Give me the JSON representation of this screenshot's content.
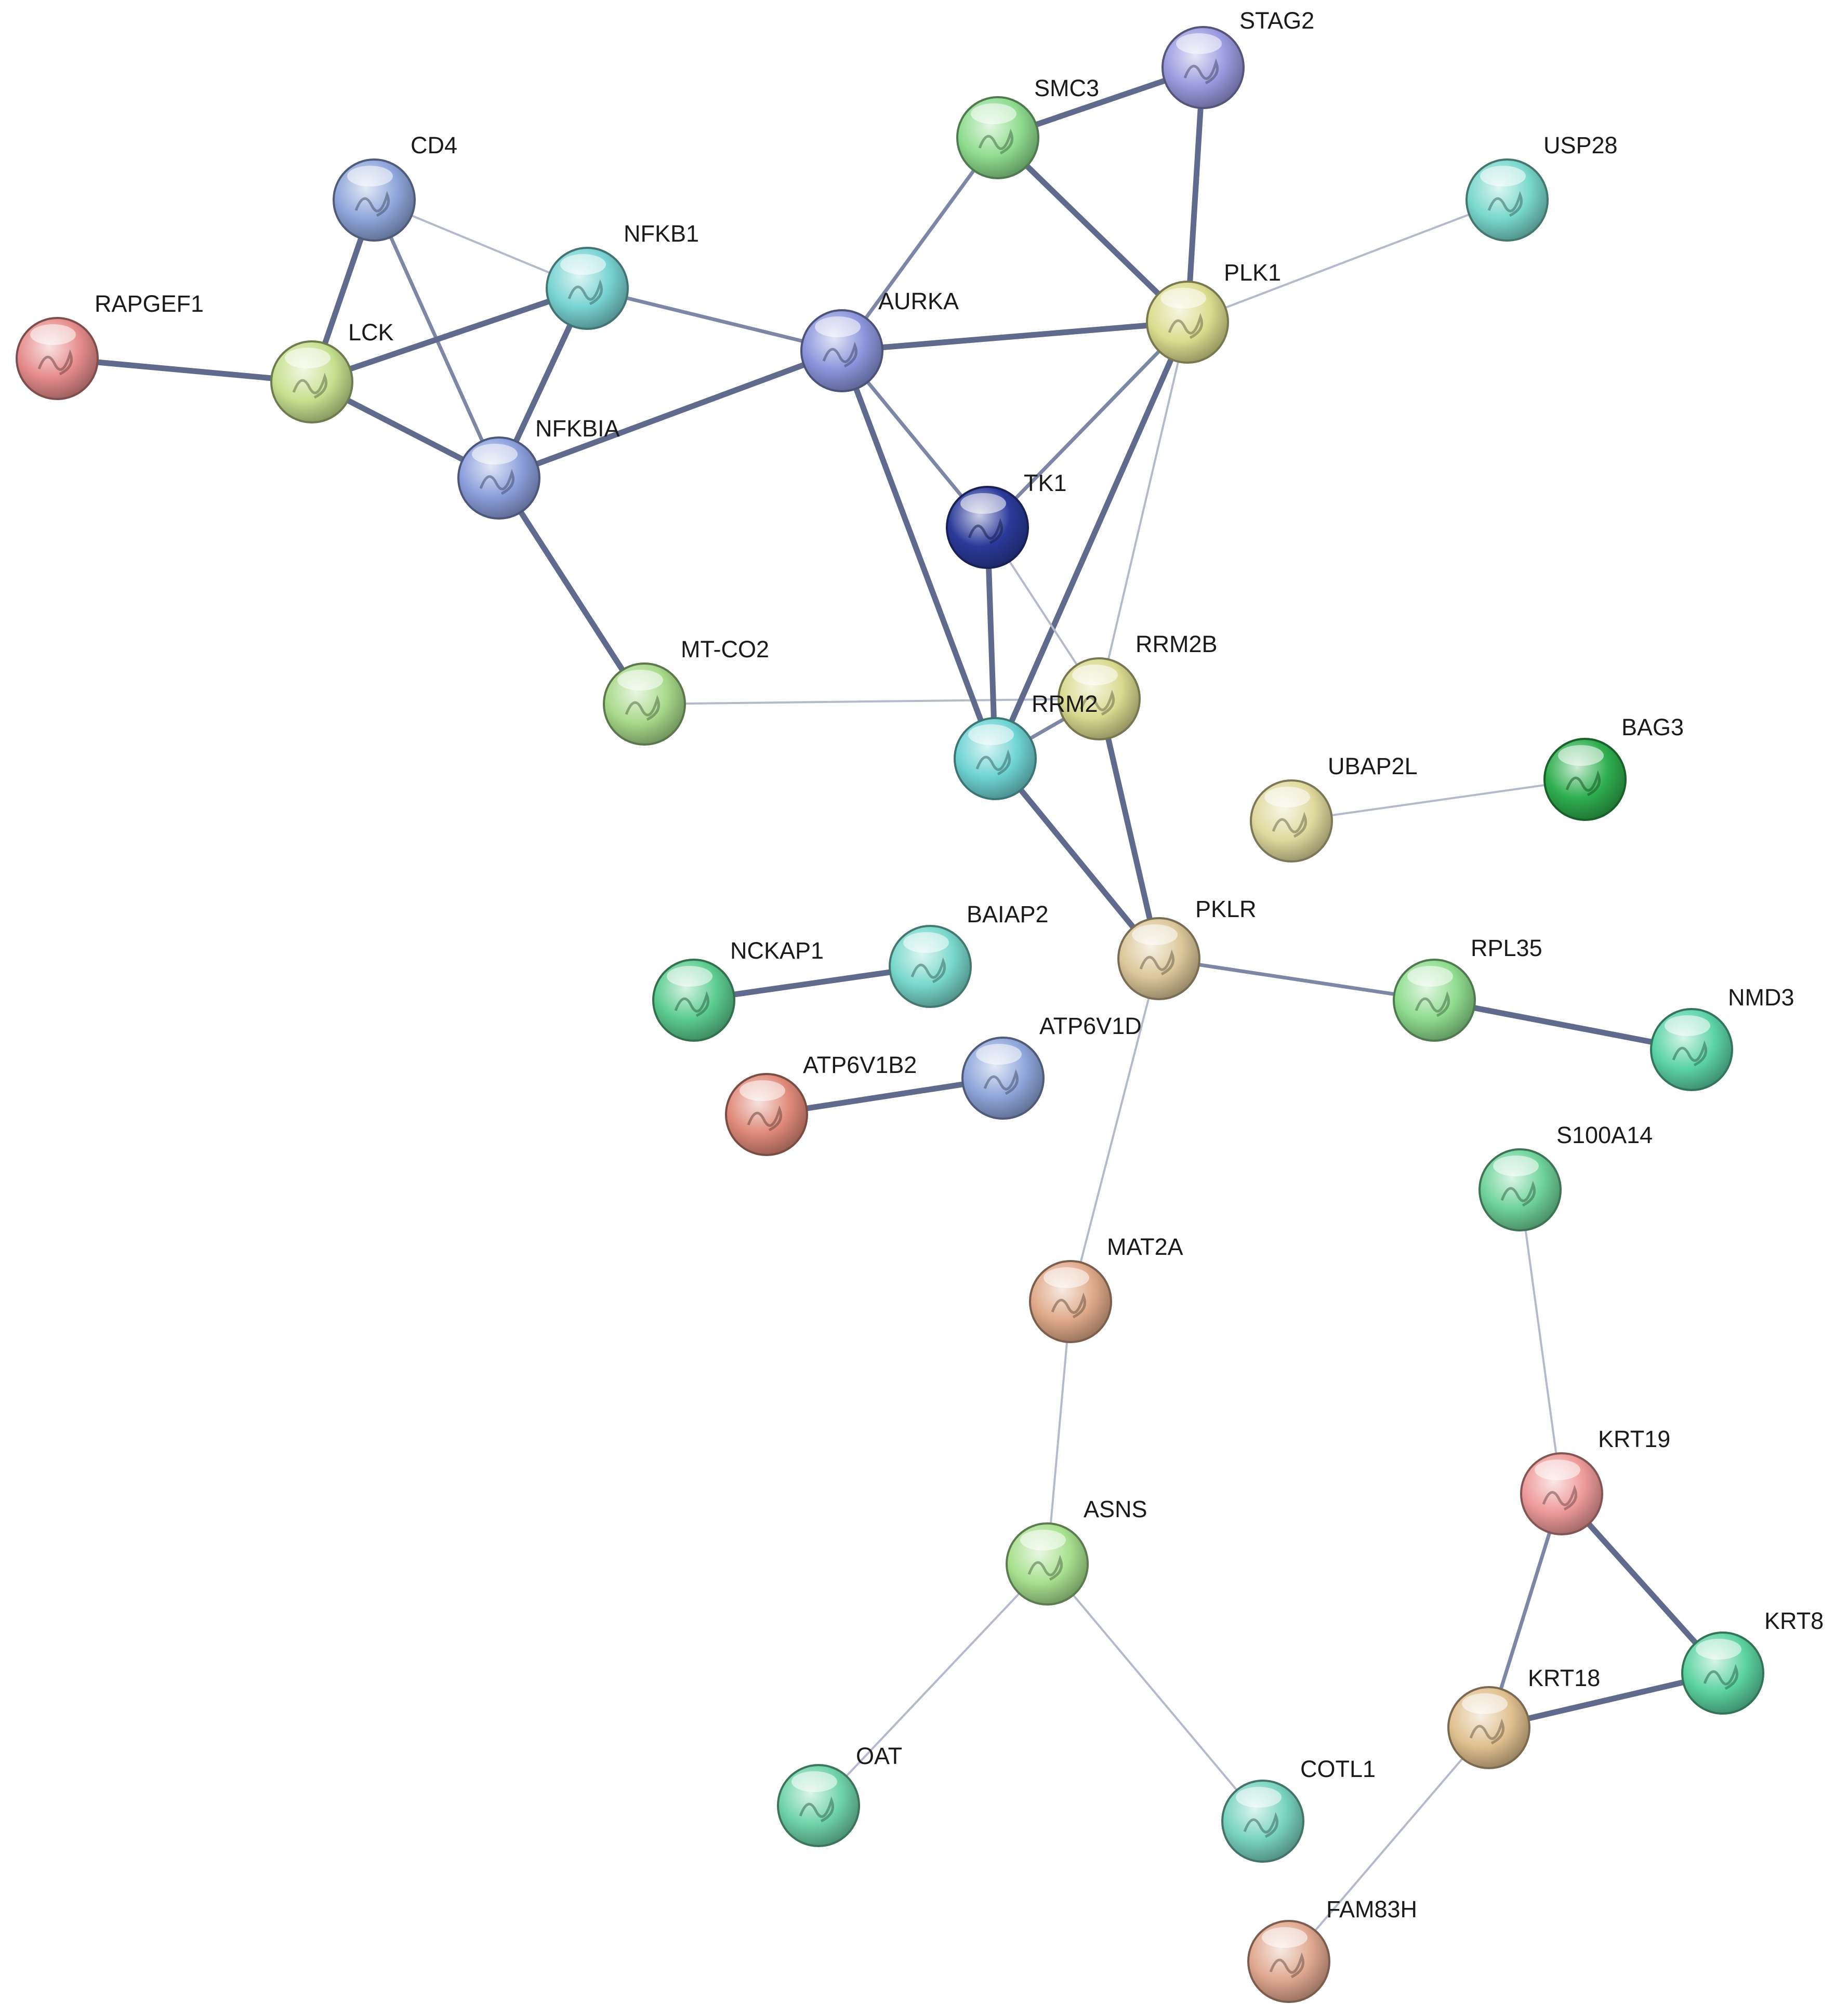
{
  "network": {
    "colors": {
      "edge_strong": "#5f6a8c",
      "edge_medium": "#7d87a5",
      "edge_weak": "#b4bacb"
    },
    "nodes": [
      {
        "id": "RAPGEF1",
        "label": "RAPGEF1",
        "color": "#e68c8c"
      },
      {
        "id": "CD4",
        "label": "CD4",
        "color": "#8fa6db"
      },
      {
        "id": "LCK",
        "label": "LCK",
        "color": "#c6e08f"
      },
      {
        "id": "NFKB1",
        "label": "NFKB1",
        "color": "#79d3d3"
      },
      {
        "id": "NFKBIA",
        "label": "NFKBIA",
        "color": "#8c9fdc"
      },
      {
        "id": "MT-CO2",
        "label": "MT-CO2",
        "color": "#a8d98a"
      },
      {
        "id": "AURKA",
        "label": "AURKA",
        "color": "#8c95dc"
      },
      {
        "id": "SMC3",
        "label": "SMC3",
        "color": "#8fdc8f"
      },
      {
        "id": "STAG2",
        "label": "STAG2",
        "color": "#9a9ae0"
      },
      {
        "id": "USP28",
        "label": "USP28",
        "color": "#79d8cc"
      },
      {
        "id": "PLK1",
        "label": "PLK1",
        "color": "#dcdc8f"
      },
      {
        "id": "TK1",
        "label": "TK1",
        "color": "#2b3a9a"
      },
      {
        "id": "RRM2B",
        "label": "RRM2B",
        "color": "#d9d990"
      },
      {
        "id": "RRM2",
        "label": "RRM2",
        "color": "#6fd3d3"
      },
      {
        "id": "UBAP2L",
        "label": "UBAP2L",
        "color": "#e0d99e"
      },
      {
        "id": "BAG3",
        "label": "BAG3",
        "color": "#2fae4f"
      },
      {
        "id": "PKLR",
        "label": "PKLR",
        "color": "#dcc79a"
      },
      {
        "id": "NCKAP1",
        "label": "NCKAP1",
        "color": "#5ccc90"
      },
      {
        "id": "BAIAP2",
        "label": "BAIAP2",
        "color": "#79d8cc"
      },
      {
        "id": "ATP6V1D",
        "label": "ATP6V1D",
        "color": "#8fa6db"
      },
      {
        "id": "ATP6V1B2",
        "label": "ATP6V1B2",
        "color": "#e08a7a"
      },
      {
        "id": "RPL35",
        "label": "RPL35",
        "color": "#8fdc8f"
      },
      {
        "id": "NMD3",
        "label": "NMD3",
        "color": "#5cd3a8"
      },
      {
        "id": "S100A14",
        "label": "S100A14",
        "color": "#6fd39a"
      },
      {
        "id": "MAT2A",
        "label": "MAT2A",
        "color": "#e0aa8a"
      },
      {
        "id": "ASNS",
        "label": "ASNS",
        "color": "#a8e08f"
      },
      {
        "id": "KRT19",
        "label": "KRT19",
        "color": "#ee9a9a"
      },
      {
        "id": "KRT8",
        "label": "KRT8",
        "color": "#5cd3a0"
      },
      {
        "id": "KRT18",
        "label": "KRT18",
        "color": "#e0c090"
      },
      {
        "id": "OAT",
        "label": "OAT",
        "color": "#6fd3a8"
      },
      {
        "id": "COTL1",
        "label": "COTL1",
        "color": "#79d3c0"
      },
      {
        "id": "FAM83H",
        "label": "FAM83H",
        "color": "#e0a890"
      }
    ],
    "edges": [
      {
        "source": "RAPGEF1",
        "target": "LCK",
        "strength": "strong"
      },
      {
        "source": "CD4",
        "target": "LCK",
        "strength": "strong"
      },
      {
        "source": "CD4",
        "target": "NFKB1",
        "strength": "weak"
      },
      {
        "source": "CD4",
        "target": "NFKBIA",
        "strength": "medium"
      },
      {
        "source": "LCK",
        "target": "NFKB1",
        "strength": "strong"
      },
      {
        "source": "LCK",
        "target": "NFKBIA",
        "strength": "strong"
      },
      {
        "source": "NFKB1",
        "target": "NFKBIA",
        "strength": "strong"
      },
      {
        "source": "NFKB1",
        "target": "AURKA",
        "strength": "medium"
      },
      {
        "source": "NFKBIA",
        "target": "AURKA",
        "strength": "strong"
      },
      {
        "source": "NFKBIA",
        "target": "MT-CO2",
        "strength": "strong"
      },
      {
        "source": "MT-CO2",
        "target": "RRM2B",
        "strength": "weak"
      },
      {
        "source": "AURKA",
        "target": "SMC3",
        "strength": "medium"
      },
      {
        "source": "AURKA",
        "target": "PLK1",
        "strength": "strong"
      },
      {
        "source": "AURKA",
        "target": "TK1",
        "strength": "medium"
      },
      {
        "source": "AURKA",
        "target": "RRM2",
        "strength": "strong"
      },
      {
        "source": "SMC3",
        "target": "STAG2",
        "strength": "strong"
      },
      {
        "source": "SMC3",
        "target": "PLK1",
        "strength": "strong"
      },
      {
        "source": "STAG2",
        "target": "PLK1",
        "strength": "strong"
      },
      {
        "source": "USP28",
        "target": "PLK1",
        "strength": "weak"
      },
      {
        "source": "PLK1",
        "target": "TK1",
        "strength": "medium"
      },
      {
        "source": "PLK1",
        "target": "RRM2",
        "strength": "strong"
      },
      {
        "source": "PLK1",
        "target": "RRM2B",
        "strength": "weak"
      },
      {
        "source": "TK1",
        "target": "RRM2",
        "strength": "strong"
      },
      {
        "source": "TK1",
        "target": "RRM2B",
        "strength": "weak"
      },
      {
        "source": "RRM2",
        "target": "RRM2B",
        "strength": "medium"
      },
      {
        "source": "RRM2",
        "target": "PKLR",
        "strength": "strong"
      },
      {
        "source": "RRM2B",
        "target": "PKLR",
        "strength": "strong"
      },
      {
        "source": "UBAP2L",
        "target": "BAG3",
        "strength": "weak"
      },
      {
        "source": "PKLR",
        "target": "RPL35",
        "strength": "medium"
      },
      {
        "source": "PKLR",
        "target": "MAT2A",
        "strength": "weak"
      },
      {
        "source": "RPL35",
        "target": "NMD3",
        "strength": "strong"
      },
      {
        "source": "NCKAP1",
        "target": "BAIAP2",
        "strength": "strong"
      },
      {
        "source": "ATP6V1B2",
        "target": "ATP6V1D",
        "strength": "strong"
      },
      {
        "source": "MAT2A",
        "target": "ASNS",
        "strength": "weak"
      },
      {
        "source": "ASNS",
        "target": "OAT",
        "strength": "weak"
      },
      {
        "source": "ASNS",
        "target": "COTL1",
        "strength": "weak"
      },
      {
        "source": "S100A14",
        "target": "KRT19",
        "strength": "weak"
      },
      {
        "source": "KRT19",
        "target": "KRT8",
        "strength": "strong"
      },
      {
        "source": "KRT19",
        "target": "KRT18",
        "strength": "medium"
      },
      {
        "source": "KRT8",
        "target": "KRT18",
        "strength": "strong"
      },
      {
        "source": "KRT18",
        "target": "FAM83H",
        "strength": "weak"
      }
    ]
  }
}
